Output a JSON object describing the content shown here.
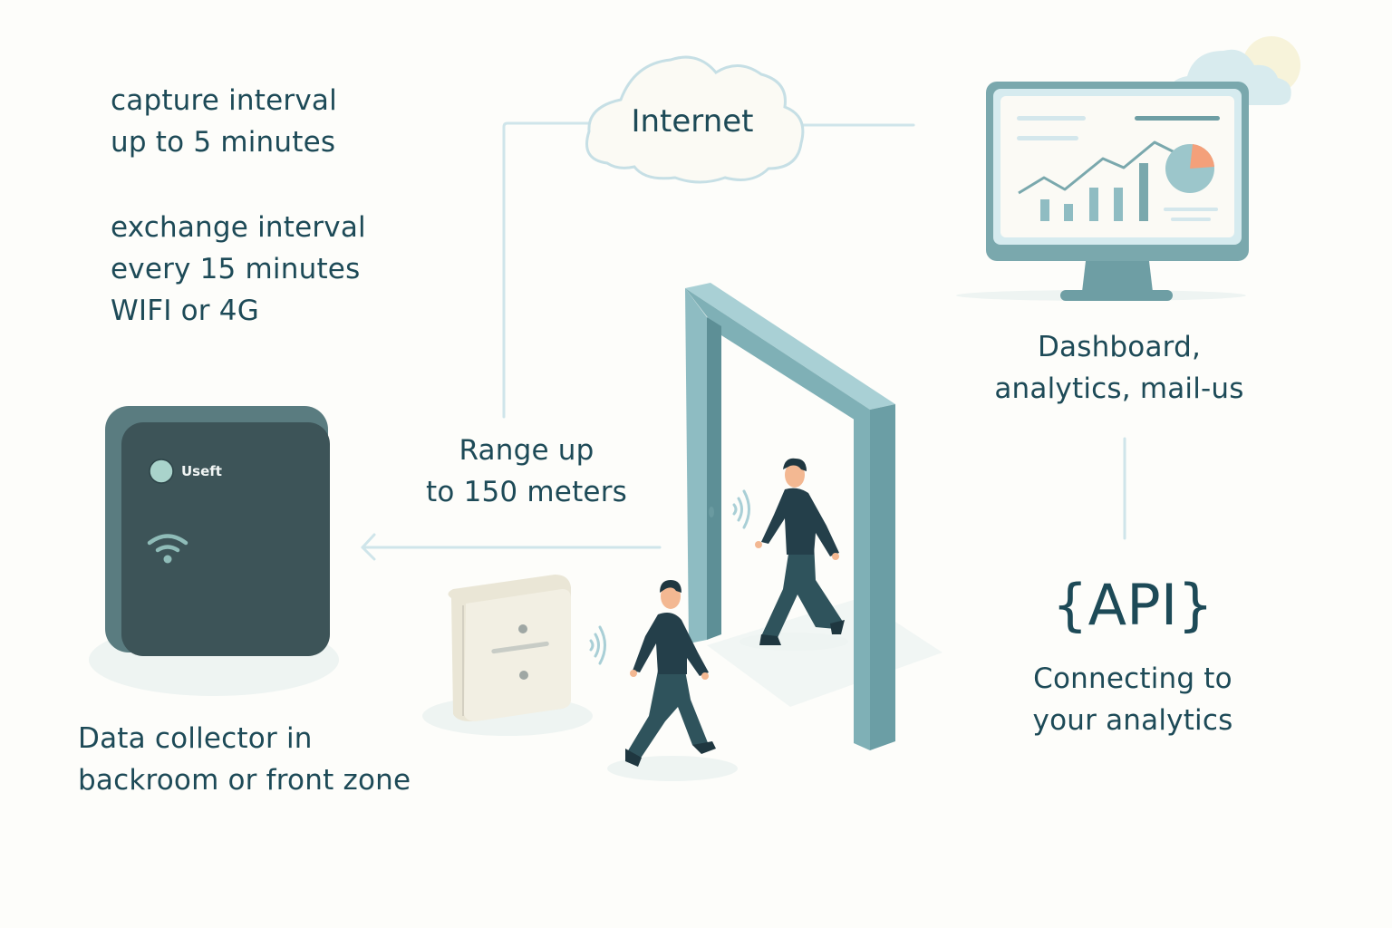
{
  "specs": {
    "capture_line1": "capture interval",
    "capture_line2": "up to 5 minutes",
    "exchange_line1": "exchange interval",
    "exchange_line2": "every 15 minutes",
    "exchange_line3": "WIFI or 4G"
  },
  "network": {
    "internet_label": "Internet"
  },
  "collector": {
    "brand": "Useft",
    "caption_line1": "Data collector in",
    "caption_line2": "backroom or front zone"
  },
  "range": {
    "line1": "Range up",
    "line2": "to 150 meters"
  },
  "dashboard": {
    "caption_line1": "Dashboard,",
    "caption_line2": "analytics, mail-us"
  },
  "api": {
    "label": "{API}",
    "caption_line1": "Connecting to",
    "caption_line2": "your analytics"
  },
  "colors": {
    "text": "#1d4a57",
    "connector": "#cfe5ea",
    "gate": "#7fb0b6",
    "device_dark": "#3d5458",
    "sensor": "#f0ece0",
    "person": "#243f4a",
    "accent_orange": "#f4a07a",
    "background": "#fdfdfa"
  }
}
